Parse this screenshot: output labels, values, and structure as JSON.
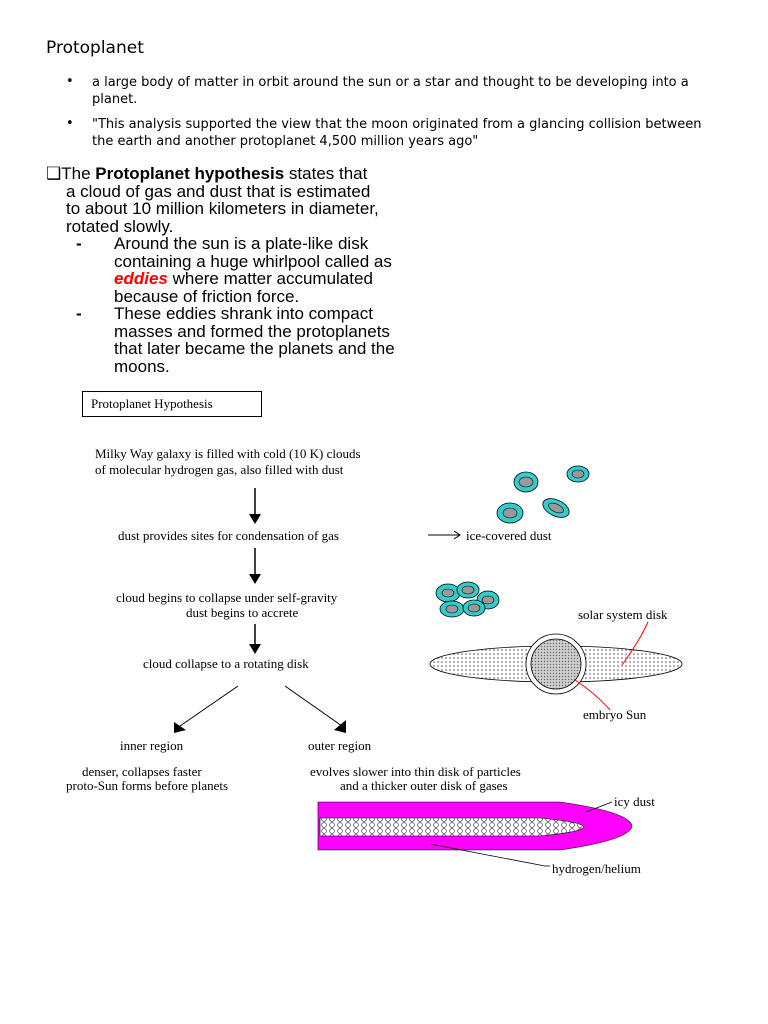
{
  "title": "Protoplanet",
  "bullets": [
    "a large body of matter in orbit around the sun or a star and thought to be developing into a planet.",
    "\"This analysis supported the view that the moon originated from a glancing collision between the earth and another protoplanet 4,500 million years ago\""
  ],
  "bullet_symbol": "•",
  "hypothesis": {
    "checkbox": "❑",
    "intro_pre": "The ",
    "intro_bold": "Protoplanet hypothesis",
    "intro_post": " states that",
    "line2": "a cloud of gas and dust that is estimated",
    "line3": "to about 10 million kilometers in diameter,",
    "line4": "rotated slowly.",
    "dash": "-",
    "sub1_line1": "Around the sun is a plate-like disk",
    "sub1_line2": "containing a huge whirlpool called as",
    "sub1_eddies": "eddies",
    "sub1_line3_post": " where matter accumulated",
    "sub1_line4": "because of friction force.",
    "sub2_line1": "These eddies shrank into compact",
    "sub2_line2": "masses and formed the protoplanets",
    "sub2_line3": "that later became the planets and the",
    "sub2_line4": "moons."
  },
  "diagram": {
    "box_title": "Protoplanet Hypothesis",
    "step1_line1": "Milky Way galaxy is filled with cold (10 K) clouds",
    "step1_line2": "of molecular hydrogen gas, also filled with dust",
    "step2_left": "dust provides sites for condensation of gas",
    "step2_right": "ice-covered dust",
    "step3_line1": "cloud begins to collapse under self-gravity",
    "step3_line2": "dust begins to accrete",
    "step4": "cloud collapse to a rotating disk",
    "solar_disk_label": "solar system disk",
    "embryo_label": "embryo Sun",
    "inner_region": "inner region",
    "outer_region": "outer region",
    "inner_desc_line1": "denser, collapses faster",
    "inner_desc_line2": "proto-Sun forms before planets",
    "outer_desc_line1": "evolves slower into thin disk of particles",
    "outer_desc_line2": "and a thicker outer disk of gases",
    "icy_dust_label": "icy dust",
    "hydrogen_label": "hydrogen/helium",
    "colors": {
      "cyan": "#33cccc",
      "magenta": "#ff00ff",
      "red": "#ff0000"
    }
  }
}
